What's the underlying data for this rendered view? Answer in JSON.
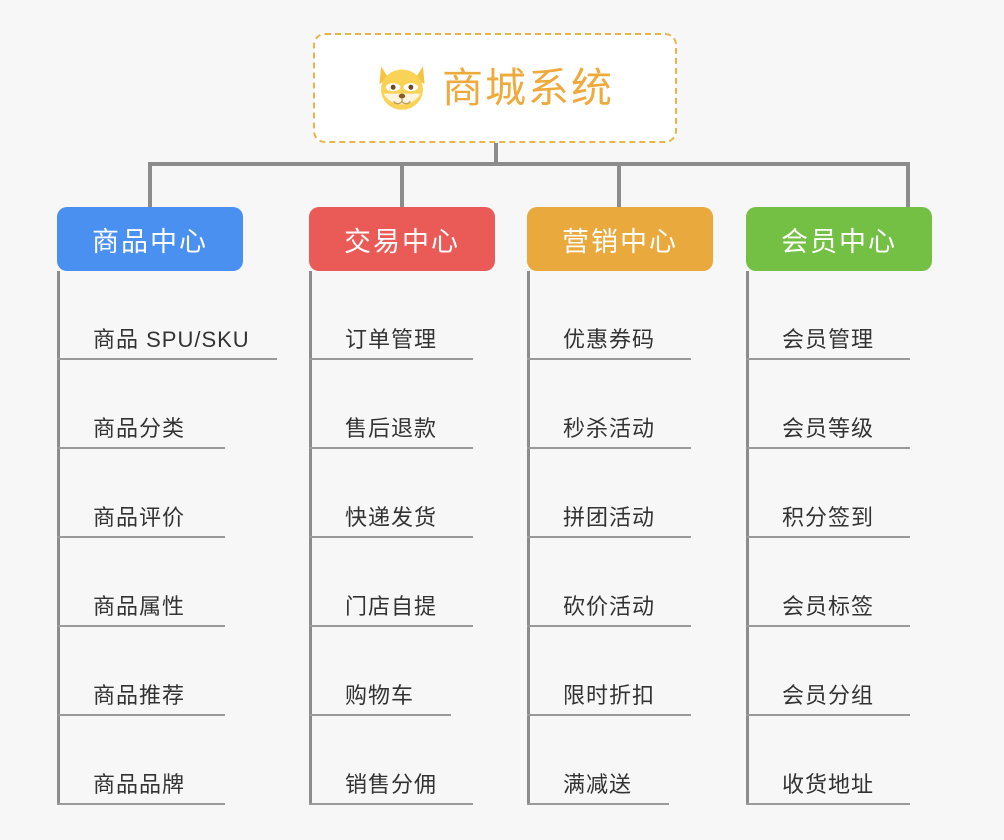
{
  "page": {
    "background_color": "#f7f7f7",
    "type": "mind-map"
  },
  "root": {
    "title": "商城系统",
    "icon": "shiba-dog-icon",
    "text_color": "#eeaa3c",
    "border_color": "#eab44a",
    "background_color": "#ffffff"
  },
  "connector_color": "#8c8c8c",
  "leaf_underline_color": "#9a9a9a",
  "leaf_text_color": "#333333",
  "categories": [
    {
      "title": "商品中心",
      "color": "#4a90f0",
      "items": [
        "商品 SPU/SKU",
        "商品分类",
        "商品评价",
        "商品属性",
        "商品推荐",
        "商品品牌"
      ]
    },
    {
      "title": "交易中心",
      "color": "#ea5a56",
      "items": [
        "订单管理",
        "售后退款",
        "快递发货",
        "门店自提",
        "购物车",
        "销售分佣"
      ]
    },
    {
      "title": "营销中心",
      "color": "#eaa93c",
      "items": [
        "优惠券码",
        "秒杀活动",
        "拼团活动",
        "砍价活动",
        "限时折扣",
        "满减送"
      ]
    },
    {
      "title": "会员中心",
      "color": "#74c045",
      "items": [
        "会员管理",
        "会员等级",
        "积分签到",
        "会员标签",
        "会员分组",
        "收货地址"
      ]
    }
  ]
}
